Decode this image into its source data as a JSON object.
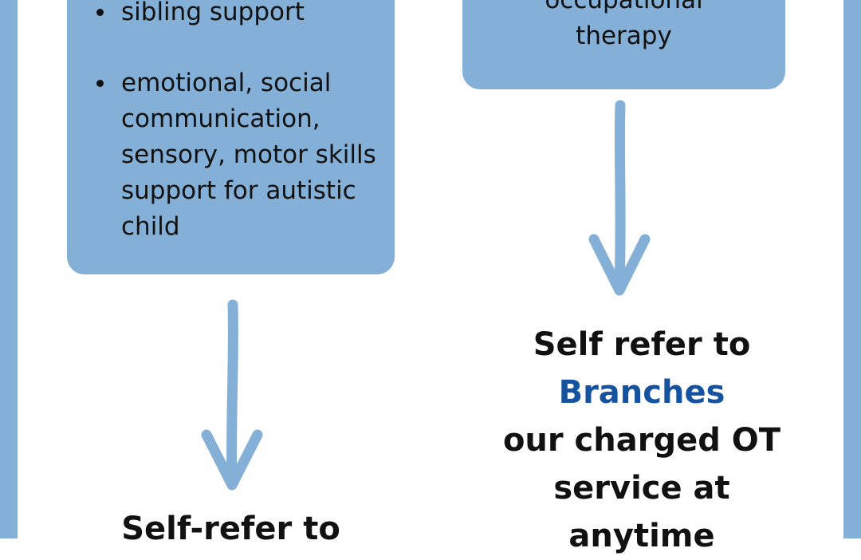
{
  "left_box": {
    "bullets": [
      "sibling support",
      "emotional, social communication, sensory, motor skills support for autistic child"
    ]
  },
  "right_box": {
    "line1": "occupational",
    "line2": "therapy"
  },
  "right_bottom": {
    "line1": "Self refer to",
    "highlight": "Branches",
    "line2": "our charged OT",
    "line3": "service at",
    "line4": "anytime"
  },
  "left_bottom": {
    "line1": "Self-refer to"
  },
  "colors": {
    "frame": "#84afd6",
    "box": "#84afd6",
    "arrow": "#84afd6",
    "highlight": "#1553a1"
  }
}
